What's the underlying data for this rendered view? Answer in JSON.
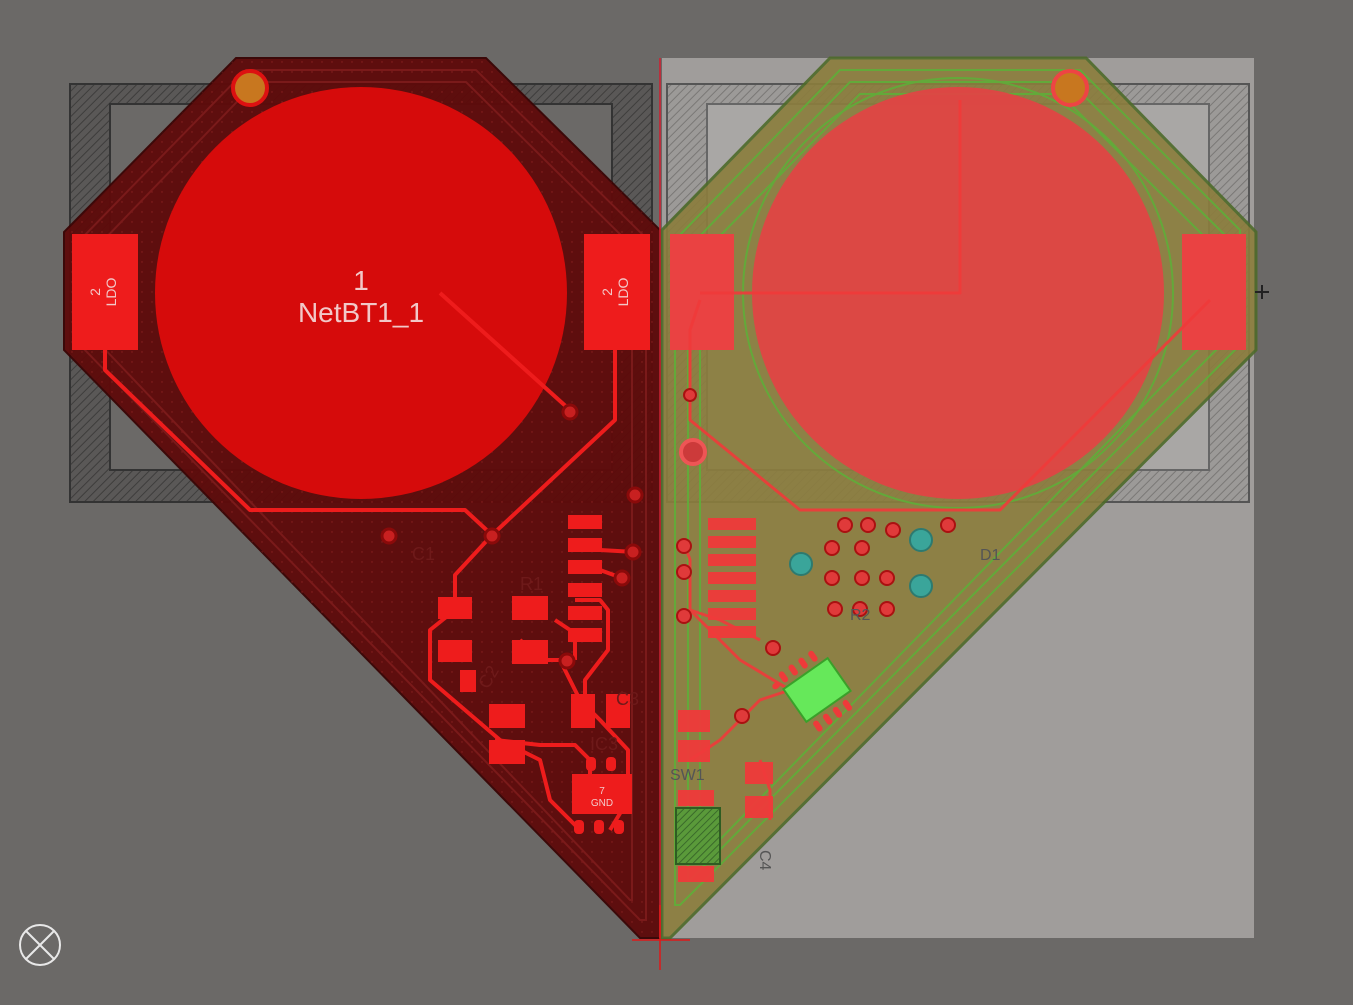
{
  "app": {
    "view": "PCB Editor – 2D layout"
  },
  "board": {
    "colors": {
      "background": "#6b6967",
      "board_dark_red": "#6a0d0d",
      "copper_red": "#e21a1a",
      "pad_red": "#ee2424",
      "bottom_overlay": "#b5b3b1",
      "olive_copper": "#8a7a3a",
      "green_trace": "#6ab23a",
      "teal_via": "#3aa59a",
      "silk_dark": "#3b3b3b"
    },
    "left_side": {
      "battery_pad_number": "1",
      "battery_pad_net": "NetBT1_1",
      "left_pad_number": "2",
      "left_pad_net": "LDO",
      "right_pad_number": "2",
      "right_pad_net": "LDO",
      "ic_pad_number": "7",
      "ic_pad_net": "GND",
      "silkscreen": [
        "C2",
        "C3",
        "C1",
        "R1",
        "IC3"
      ]
    },
    "right_side": {
      "silkscreen": [
        "C4",
        "D1",
        "R2",
        "SW1"
      ]
    }
  },
  "status": {
    "origin_marker": "origin-crosshair"
  }
}
